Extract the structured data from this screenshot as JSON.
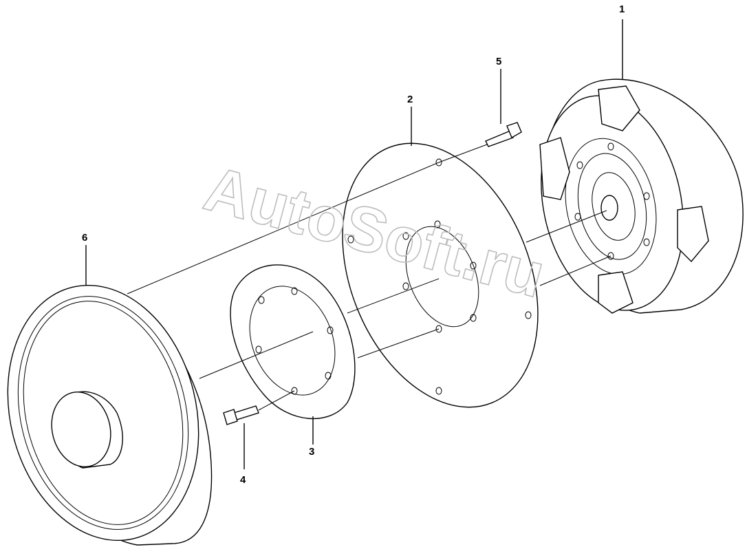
{
  "callouts": {
    "n1": "1",
    "n2": "2",
    "n3": "3",
    "n4": "4",
    "n5": "5",
    "n6": "6"
  },
  "watermark": "AutoSoft.ru"
}
